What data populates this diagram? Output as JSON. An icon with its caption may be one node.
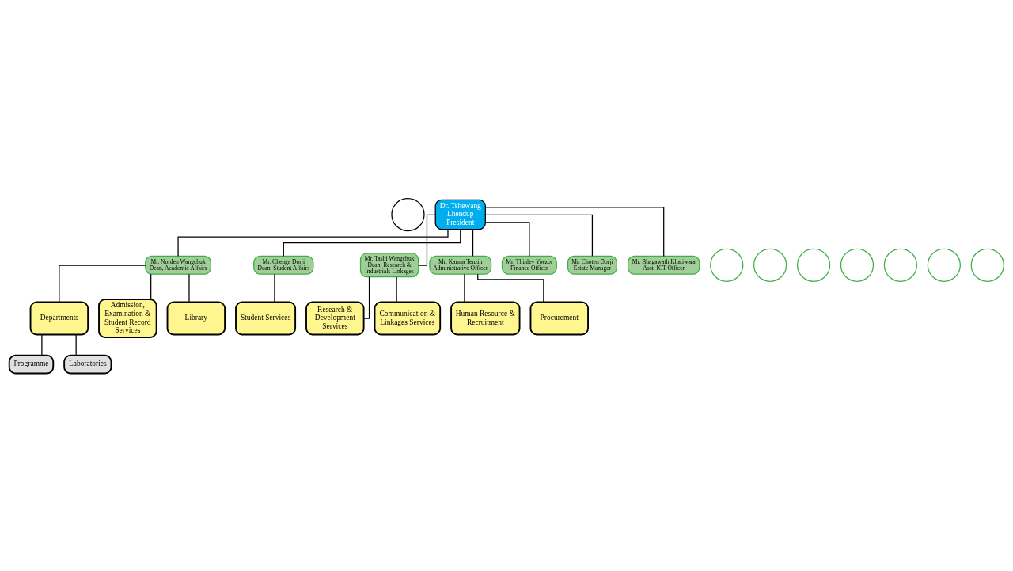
{
  "diagram": {
    "nodes": [
      {
        "text": [],
        "shape": "circle"
      },
      {
        "text": [
          "Dr. Tshewang Lhendup",
          "President"
        ]
      },
      {
        "text": [],
        "shape": "circle"
      },
      {
        "text": [
          "Mr. Norden Wangchuk",
          "Dean, Academic Affairs"
        ]
      },
      {
        "text": [],
        "shape": "circle"
      },
      {
        "text": [
          "Mr. Chenga Dorji",
          "Dean, Student Affairs"
        ]
      },
      {
        "text": [],
        "shape": "circle"
      },
      {
        "text": [
          "Mr. Tashi Wangchuk",
          "Dean, Research & Industrials Linkages"
        ]
      },
      {
        "text": [],
        "shape": "circle"
      },
      {
        "text": [
          "Mr. Karma Tenzin",
          "Administrative Officer"
        ]
      },
      {
        "text": [
          "Departments"
        ]
      },
      {
        "text": [
          "Admission, Examination & Student Record Services"
        ]
      },
      {
        "text": [
          "Library"
        ]
      },
      {
        "text": [
          "Student Services"
        ]
      },
      {
        "text": [
          "Research & Development Services"
        ]
      },
      {
        "text": [
          "Communication & Linkages Services"
        ]
      },
      {
        "text": [
          "Human Resource & Recruitment"
        ]
      },
      {
        "text": [
          "Procurement"
        ]
      },
      {
        "text": [
          "Programme"
        ]
      },
      {
        "text": [
          "Laboratories"
        ]
      },
      {
        "text": [],
        "shape": "circle"
      },
      {
        "text": [
          "Mr. Thinley Yoezor",
          "Finance Officer"
        ]
      },
      {
        "text": [],
        "shape": "circle"
      },
      {
        "text": [
          "Mr. Choten Dorji",
          "Estate Manager"
        ]
      },
      {
        "text": [],
        "shape": "circle"
      },
      {
        "text": [
          "Mr. Bhagawath Khatiwara",
          "Asst. ICT Officer"
        ]
      }
    ],
    "edges": [
      {
        "from": 1,
        "to": 3,
        "arrow": "none"
      },
      {
        "from": 1,
        "to": 5,
        "arrow": "none"
      },
      {
        "from": 1,
        "to": 7,
        "arrow": "none"
      },
      {
        "from": 1,
        "to": 9,
        "arrow": "none"
      },
      {
        "from": 1,
        "to": 21,
        "arrow": "none"
      },
      {
        "from": 1,
        "to": 23,
        "arrow": "none"
      },
      {
        "from": 1,
        "to": 25,
        "arrow": "none"
      },
      {
        "from": 3,
        "to": 10,
        "arrow": "none"
      },
      {
        "from": 3,
        "to": 11,
        "arrow": "none"
      },
      {
        "from": 3,
        "to": 12,
        "arrow": "none"
      },
      {
        "from": 5,
        "to": 13,
        "arrow": "none"
      },
      {
        "from": 7,
        "to": 14,
        "arrow": "none"
      },
      {
        "from": 7,
        "to": 15,
        "arrow": "none"
      },
      {
        "from": 9,
        "to": 16,
        "arrow": "none"
      },
      {
        "from": 9,
        "to": 17,
        "arrow": "none"
      },
      {
        "from": 10,
        "to": 18,
        "arrow": "none"
      },
      {
        "from": 10,
        "to": 19,
        "arrow": "none"
      }
    ]
  }
}
